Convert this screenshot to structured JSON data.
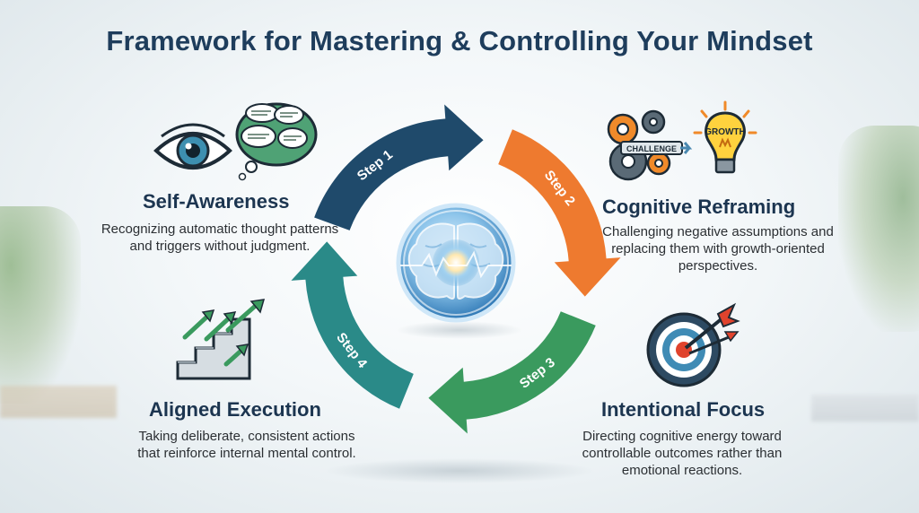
{
  "title": "Framework for Mastering & Controlling Your Mindset",
  "steps": [
    {
      "label": "Step 1",
      "color": "#1f4a6b"
    },
    {
      "label": "Step 2",
      "color": "#ee7a2f"
    },
    {
      "label": "Step 3",
      "color": "#3a9a5e"
    },
    {
      "label": "Step 4",
      "color": "#2a8a88"
    }
  ],
  "sections": [
    {
      "heading": "Self-Awareness",
      "lines": [
        "Recognizing automatic thought patterns",
        "and triggers without judgment."
      ]
    },
    {
      "heading": "Cognitive Reframing",
      "lines": [
        "Challenging negative assumptions and",
        "replacing them with growth-oriented",
        "perspectives."
      ]
    },
    {
      "heading": "Intentional Focus",
      "lines": [
        "Directing cognitive energy toward",
        "controllable outcomes rather than",
        "emotional reactions."
      ]
    },
    {
      "heading": "Aligned Execution",
      "lines": [
        "Taking deliberate, consistent actions",
        "that reinforce internal mental control."
      ]
    }
  ],
  "icons": {
    "self_awareness": [
      "eye-icon",
      "thought-bubbles-icon"
    ],
    "reframing": [
      "gears-icon",
      "lightbulb-icon"
    ],
    "focus": "target-icon",
    "execution": "stairs-arrows-icon",
    "center": "brain-icon"
  },
  "icon_labels": {
    "challenge": "CHALLENGE",
    "growth": "GROWTH"
  }
}
